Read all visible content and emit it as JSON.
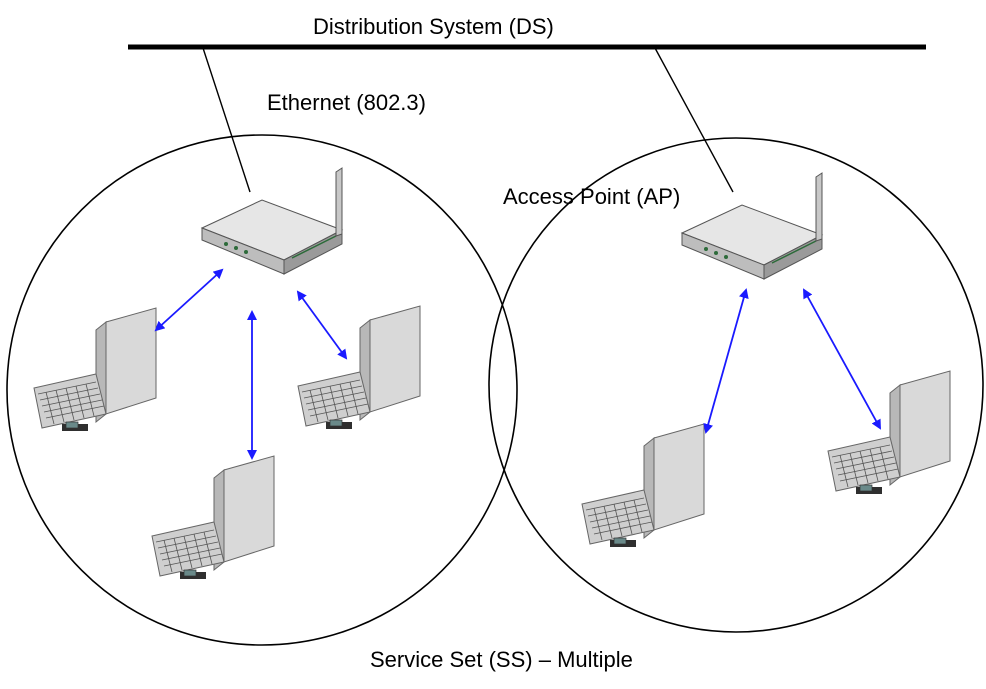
{
  "labels": {
    "distribution_system": "Distribution System (DS)",
    "ethernet": "Ethernet (802.3)",
    "access_point": "Access Point (AP)",
    "caption": "Service Set (SS) – Multiple"
  },
  "colors": {
    "arrow": "#1a1aff",
    "lines": "#000000",
    "background": "#ffffff"
  },
  "icons": {
    "access_point": "wireless-access-point-icon",
    "laptop": "laptop-icon"
  }
}
